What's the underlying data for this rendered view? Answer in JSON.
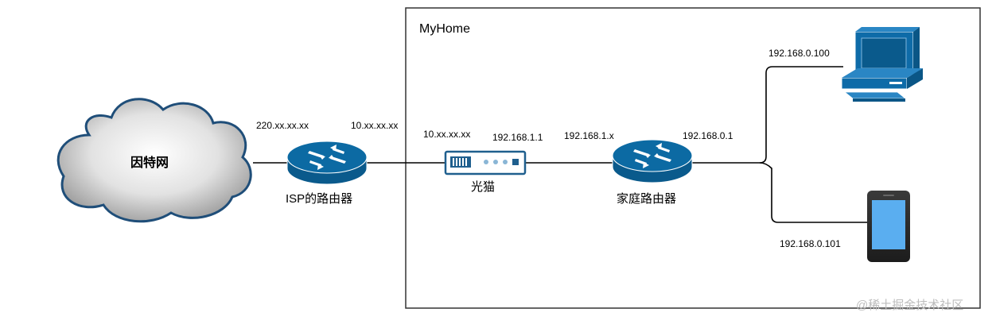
{
  "title": "MyHome",
  "nodes": {
    "internet": {
      "label": "因特网"
    },
    "isp_router": {
      "label": "ISP的路由器"
    },
    "modem": {
      "label": "光猫"
    },
    "home_router": {
      "label": "家庭路由器"
    },
    "desktop": {
      "icon": "desktop-computer-icon"
    },
    "phone": {
      "icon": "smartphone-icon"
    }
  },
  "addresses": {
    "isp_wan": "220.xx.xx.xx",
    "isp_lan": "10.xx.xx.xx",
    "modem_wan": "10.xx.xx.xx",
    "modem_lan": "192.168.1.1",
    "router_wan": "192.168.1.x",
    "router_lan": "192.168.0.1",
    "desktop": "192.168.0.100",
    "phone": "192.168.0.101"
  },
  "watermark": "@稀土掘金技术社区",
  "colors": {
    "cloud_stroke": "#1f4e79",
    "router_fill": "#0c6aa3",
    "device_fill": "#0e6ba8",
    "phone_screen": "#5aaef0",
    "line": "#000000"
  }
}
